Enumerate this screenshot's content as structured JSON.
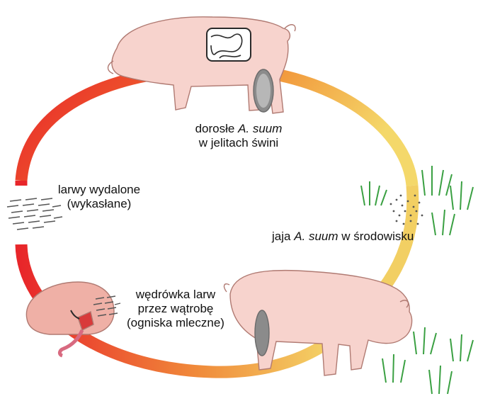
{
  "labels": {
    "adults": {
      "prefix": "dorosłe ",
      "species": "A. suum",
      "line2": "w jelitach świni"
    },
    "eggs": {
      "prefix": "jaja ",
      "species": "A. suum",
      "suffix": " w środowisku"
    },
    "migration": {
      "line1": "wędrówka larw",
      "line2": "przez wątrobę",
      "line3": "(ogniska mleczne)"
    },
    "expelled": {
      "line1": "larwy wydalone",
      "line2": "(wykasłane)"
    }
  },
  "colors": {
    "cycle_red": "#e8262a",
    "cycle_orange": "#f2963a",
    "cycle_yellow": "#f4d86a",
    "pig_body": "#f7d3cd",
    "pig_outline": "#b07a72",
    "grass": "#3aa042",
    "liver": "#efb0a6"
  },
  "icons": [
    "pig-adult-icon",
    "intestine-icon",
    "pig-host-icon",
    "liver-icon",
    "grass-icon",
    "eggs-icon",
    "larvae-icon"
  ]
}
